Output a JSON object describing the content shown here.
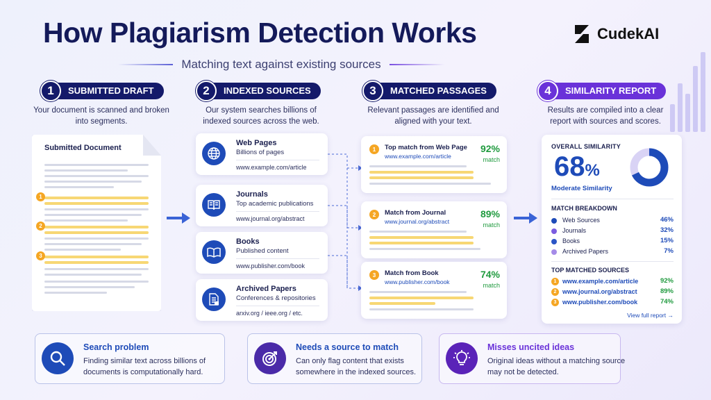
{
  "header": {
    "title": "How Plagiarism Detection Works",
    "subtitle": "Matching text against existing sources",
    "brand": "CudekAI"
  },
  "steps": [
    {
      "num": "1",
      "label": "SUBMITTED DRAFT",
      "desc": "Your document is scanned and broken into segments."
    },
    {
      "num": "2",
      "label": "INDEXED SOURCES",
      "desc": "Our system searches billions of indexed sources across the web."
    },
    {
      "num": "3",
      "label": "MATCHED PASSAGES",
      "desc": "Relevant passages are identified and aligned with your text."
    },
    {
      "num": "4",
      "label": "SIMILARITY REPORT",
      "desc": "Results are compiled into a clear report with sources and scores."
    }
  ],
  "document": {
    "title": "Submitted Document",
    "markers": [
      "1",
      "2",
      "3"
    ]
  },
  "sources": [
    {
      "title": "Web Pages",
      "sub": "Billions of pages",
      "url": "www.example.com/article",
      "icon": "globe-icon"
    },
    {
      "title": "Journals",
      "sub": "Top academic publications",
      "url": "www.journal.org/abstract",
      "icon": "journal-icon"
    },
    {
      "title": "Books",
      "sub": "Published content",
      "url": "www.publisher.com/book",
      "icon": "book-icon"
    },
    {
      "title": "Archived Papers",
      "sub": "Conferences & repositories",
      "url": "arxiv.org / ieee.org / etc.",
      "icon": "document-icon"
    }
  ],
  "matches": [
    {
      "num": "1",
      "title": "Top match from Web Page",
      "url": "www.example.com/article",
      "pct": "92%",
      "label": "match"
    },
    {
      "num": "2",
      "title": "Match from Journal",
      "url": "www.journal.org/abstract",
      "pct": "89%",
      "label": "match"
    },
    {
      "num": "3",
      "title": "Match from Book",
      "url": "www.publisher.com/book",
      "pct": "74%",
      "label": "match"
    }
  ],
  "report": {
    "heading": "OVERALL SIMILARITY",
    "value": "68",
    "unit": "%",
    "similarity_fraction": 0.68,
    "rating": "Moderate Similarity",
    "breakdown_heading": "MATCH BREAKDOWN",
    "breakdown": [
      {
        "name": "Web Sources",
        "pct": "46%",
        "color": "#1e4bb8"
      },
      {
        "name": "Journals",
        "pct": "32%",
        "color": "#7b5ce0"
      },
      {
        "name": "Books",
        "pct": "15%",
        "color": "#2b55c6"
      },
      {
        "name": "Archived Papers",
        "pct": "7%",
        "color": "#a58be8"
      }
    ],
    "top_heading": "TOP MATCHED SOURCES",
    "top": [
      {
        "num": "1",
        "url": "www.example.com/article",
        "pct": "92%"
      },
      {
        "num": "2",
        "url": "www.journal.org/abstract",
        "pct": "89%"
      },
      {
        "num": "3",
        "url": "www.publisher.com/book",
        "pct": "74%"
      }
    ],
    "link": "View full report →"
  },
  "boxes": [
    {
      "title": "Search problem",
      "text": "Finding similar text across billions of documents is computationally hard.",
      "icon": "magnifier-icon"
    },
    {
      "title": "Needs a source to match",
      "text": "Can only flag content that exists somewhere in the indexed sources.",
      "icon": "target-icon"
    },
    {
      "title": "Misses uncited ideas",
      "text": "Original ideas without a matching source may not be detected.",
      "icon": "lightbulb-icon"
    }
  ]
}
